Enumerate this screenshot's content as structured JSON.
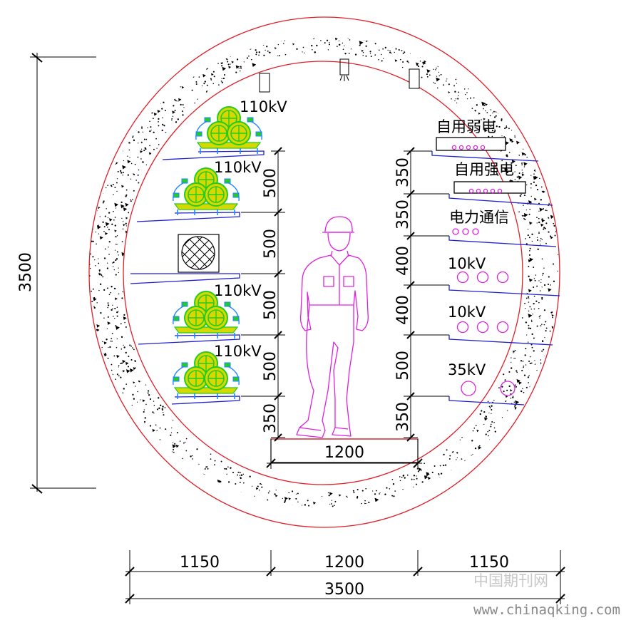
{
  "colors": {
    "ring": "#e0202a",
    "tray": "#2020d0",
    "cable_green": "#22cc22",
    "cable_yellow": "#d8d800",
    "cable_blue": "#2288ff",
    "magenta": "#e020e0",
    "dim_line": "#000000"
  },
  "dimensions": {
    "overall_height": "3500",
    "overall_width": "3500",
    "left_width": "1150",
    "center_width": "1200",
    "right_width": "1150",
    "walkway": "1200",
    "left_spacings": [
      "500",
      "500",
      "500",
      "500",
      "350"
    ],
    "right_spacings": [
      "350",
      "350",
      "400",
      "400",
      "500",
      "350"
    ]
  },
  "left_labels": [
    "110kV",
    "110kV",
    "110kV",
    "110kV"
  ],
  "right_labels": [
    "自用弱电",
    "自用强电",
    "电力通信",
    "10kV",
    "10kV",
    "35kV"
  ],
  "watermark": {
    "cn": "中国期刊网",
    "url": "www.chinaqking.com"
  },
  "icons": {
    "box": "crosshatch-box-icon",
    "lamp": "ceiling-lamp-icon",
    "worker": "worker-figure"
  }
}
